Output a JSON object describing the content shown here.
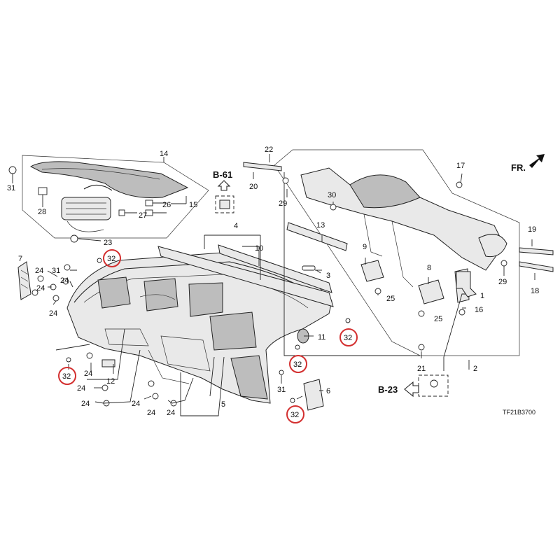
{
  "diagram": {
    "callouts": [
      "1",
      "2",
      "3",
      "4",
      "5",
      "6",
      "7",
      "8",
      "9",
      "10",
      "11",
      "12",
      "13",
      "14",
      "15",
      "16",
      "17",
      "18",
      "19",
      "20",
      "21",
      "22",
      "23",
      "24",
      "25",
      "26",
      "27",
      "28",
      "29",
      "30",
      "31",
      "32"
    ],
    "highlighted_callout": "32",
    "references": {
      "b61": "B-61",
      "b23": "B-23",
      "front": "FR."
    },
    "drawing_code": "TF21B3700",
    "highlight_color": "#d32f2f"
  }
}
